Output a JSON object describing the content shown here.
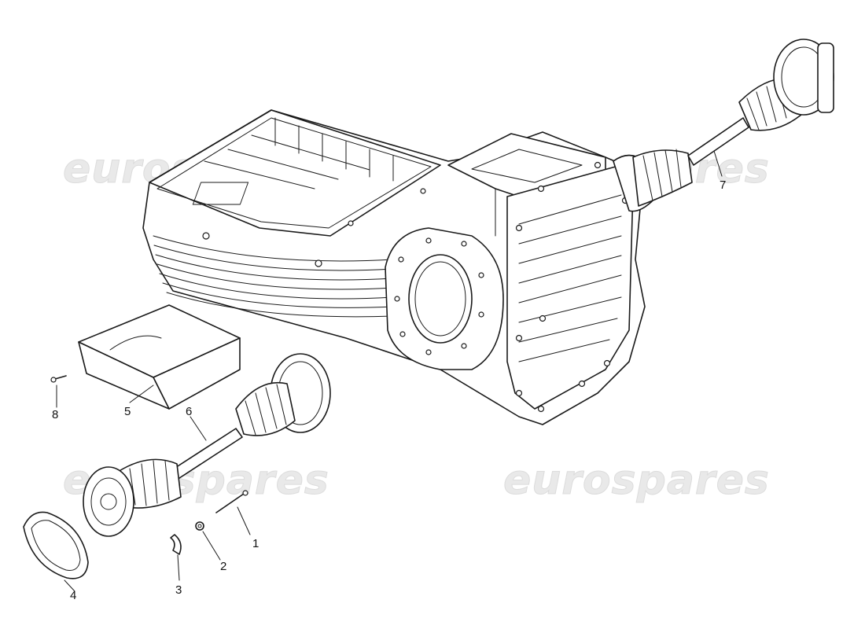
{
  "watermark": {
    "text": "eurospares"
  },
  "callouts": [
    {
      "id": "1",
      "label": "1"
    },
    {
      "id": "2",
      "label": "2"
    },
    {
      "id": "3",
      "label": "3"
    },
    {
      "id": "4",
      "label": "4"
    },
    {
      "id": "5",
      "label": "5"
    },
    {
      "id": "6",
      "label": "6"
    },
    {
      "id": "7",
      "label": "7"
    },
    {
      "id": "8",
      "label": "8"
    }
  ],
  "colors": {
    "line": "#1a1a1a",
    "background": "#ffffff",
    "watermark": "#e9e9e9"
  }
}
